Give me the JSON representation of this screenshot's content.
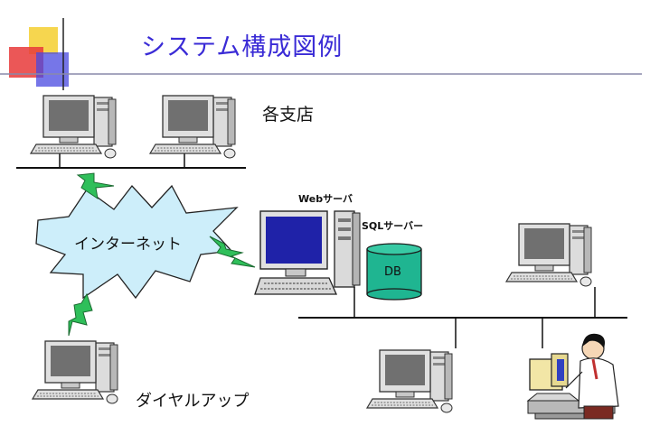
{
  "title": "システム構成図例",
  "colors": {
    "title": "#3a2bd6",
    "deco_yellow": "#f5d23c",
    "deco_red": "#e83a3a",
    "deco_blue": "#4848e0",
    "cloud": "#cdeefa",
    "bolt": "#2fbf5a",
    "database": "#1fb591"
  },
  "labels": {
    "branch": "各支店",
    "internet": "インターネット",
    "web_server": "Webサーバ",
    "sql_server": "SQLサーバー",
    "database": "DB",
    "dialup": "ダイヤルアップ"
  },
  "icons": [
    "workstation-icon",
    "lightning-icon",
    "person-icon",
    "database-icon"
  ]
}
